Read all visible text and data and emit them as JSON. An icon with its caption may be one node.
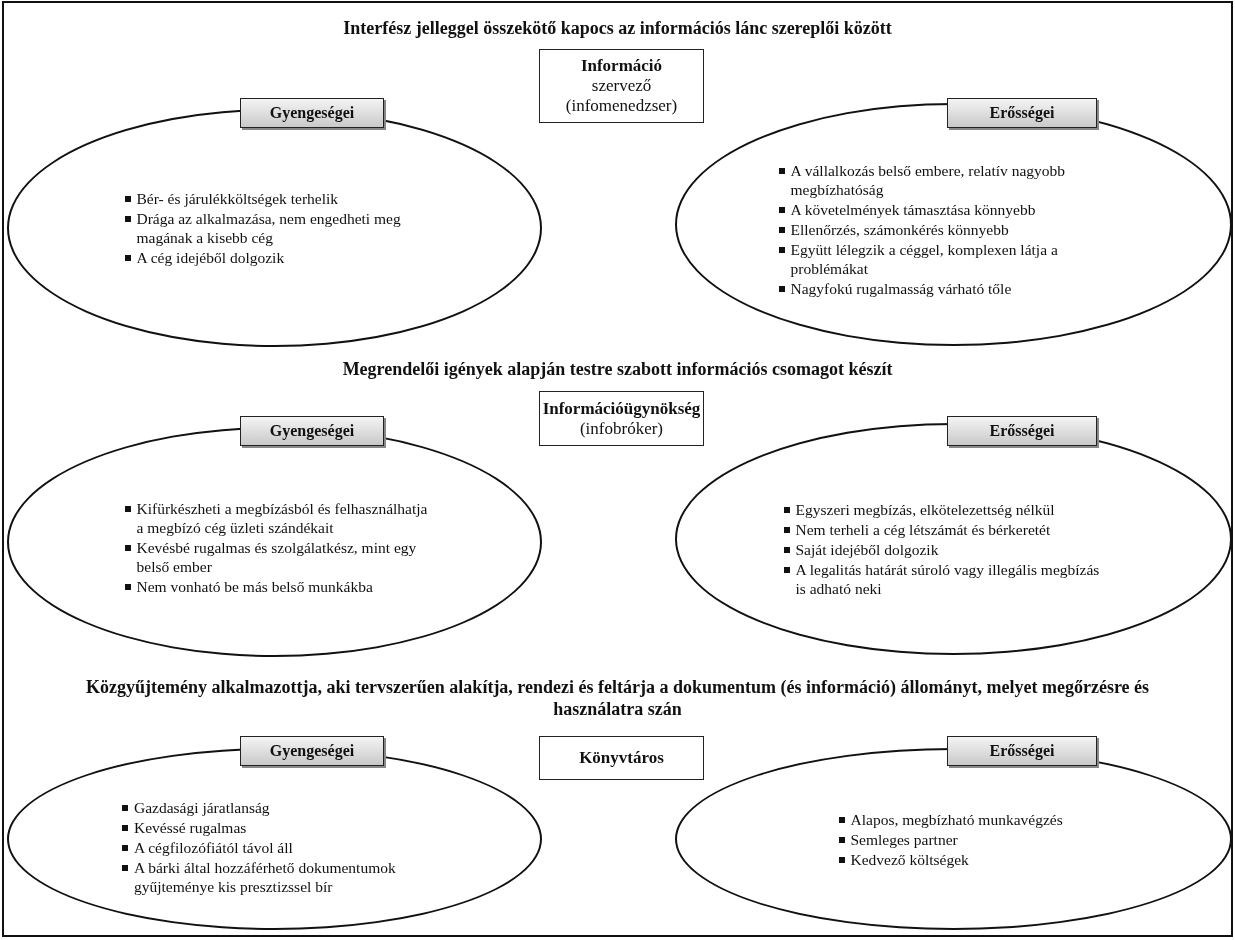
{
  "diagram": {
    "nodes": [
      {
        "text": [
          "Gyengeségei"
        ]
      },
      {
        "text": [
          "Információ",
          "szervező",
          "(infomenedzser)"
        ]
      },
      {
        "text": [
          "Erősségei"
        ]
      },
      {
        "text": [
          "Bér- és járulékköltségek terhelik",
          "Drága az alkalmazása, nem engedheti meg magának a kisebb cég",
          "A cég idejéből dolgozik"
        ]
      },
      {
        "text": [
          "A vállalkozás belső embere, relatív nagyobb megbízhatóság",
          "A követelmények támasztása könnyebb",
          "Ellenőrzés, számonkérés könnyebb",
          "Együtt lélegzik a céggel, komplexen látja a problémákat",
          "Nagyfokú rugalmasság várható tőle"
        ]
      },
      {
        "text": [
          "Gyengeségei"
        ]
      },
      {
        "text": [
          "Információügynökség",
          "(infobróker)"
        ]
      },
      {
        "text": [
          "Erősségei"
        ]
      },
      {
        "text": [
          "Kifürkészheti a megbízásból és felhasználhatja a megbízó cég üzleti szándékait",
          "Kevésbé rugalmas és szolgálatkész, mint egy belső ember",
          "Nem vonható be más belső munkákba"
        ]
      },
      {
        "text": [
          "Egyszeri megbízás, elkötelezettség nélkül",
          "Nem terheli a cég létszámát és bérkeretét",
          "Saját idejéből dolgozik",
          "A legalitás határát súroló vagy illegális megbízás is adható neki"
        ]
      },
      {
        "text": [
          "Gyengeségei"
        ]
      },
      {
        "text": [
          "Könyvtáros"
        ]
      },
      {
        "text": [
          "Erősségei"
        ]
      },
      {
        "text": [
          "Gazdasági járatlanság",
          "Kevéssé rugalmas",
          "A cégfilozófiától távol áll",
          "A bárki által hozzáférhető dokumentumok gyűjteménye kis presztizssel bír"
        ]
      },
      {
        "text": [
          "Alapos, megbízható munkavégzés",
          "Semleges partner",
          "Kedvező költségek"
        ]
      }
    ],
    "labels": [
      "Interfész jelleggel összekötő kapocs az információs lánc szereplői között",
      "Megrendelői igények alapján testre szabott információs csomagot készít",
      "Közgyűjtemény alkalmazottja, aki tervszerűen alakítja, rendezi és feltárja a dokumentum (és információ) állományt, melyet megőrzésre és használatra szán"
    ]
  }
}
